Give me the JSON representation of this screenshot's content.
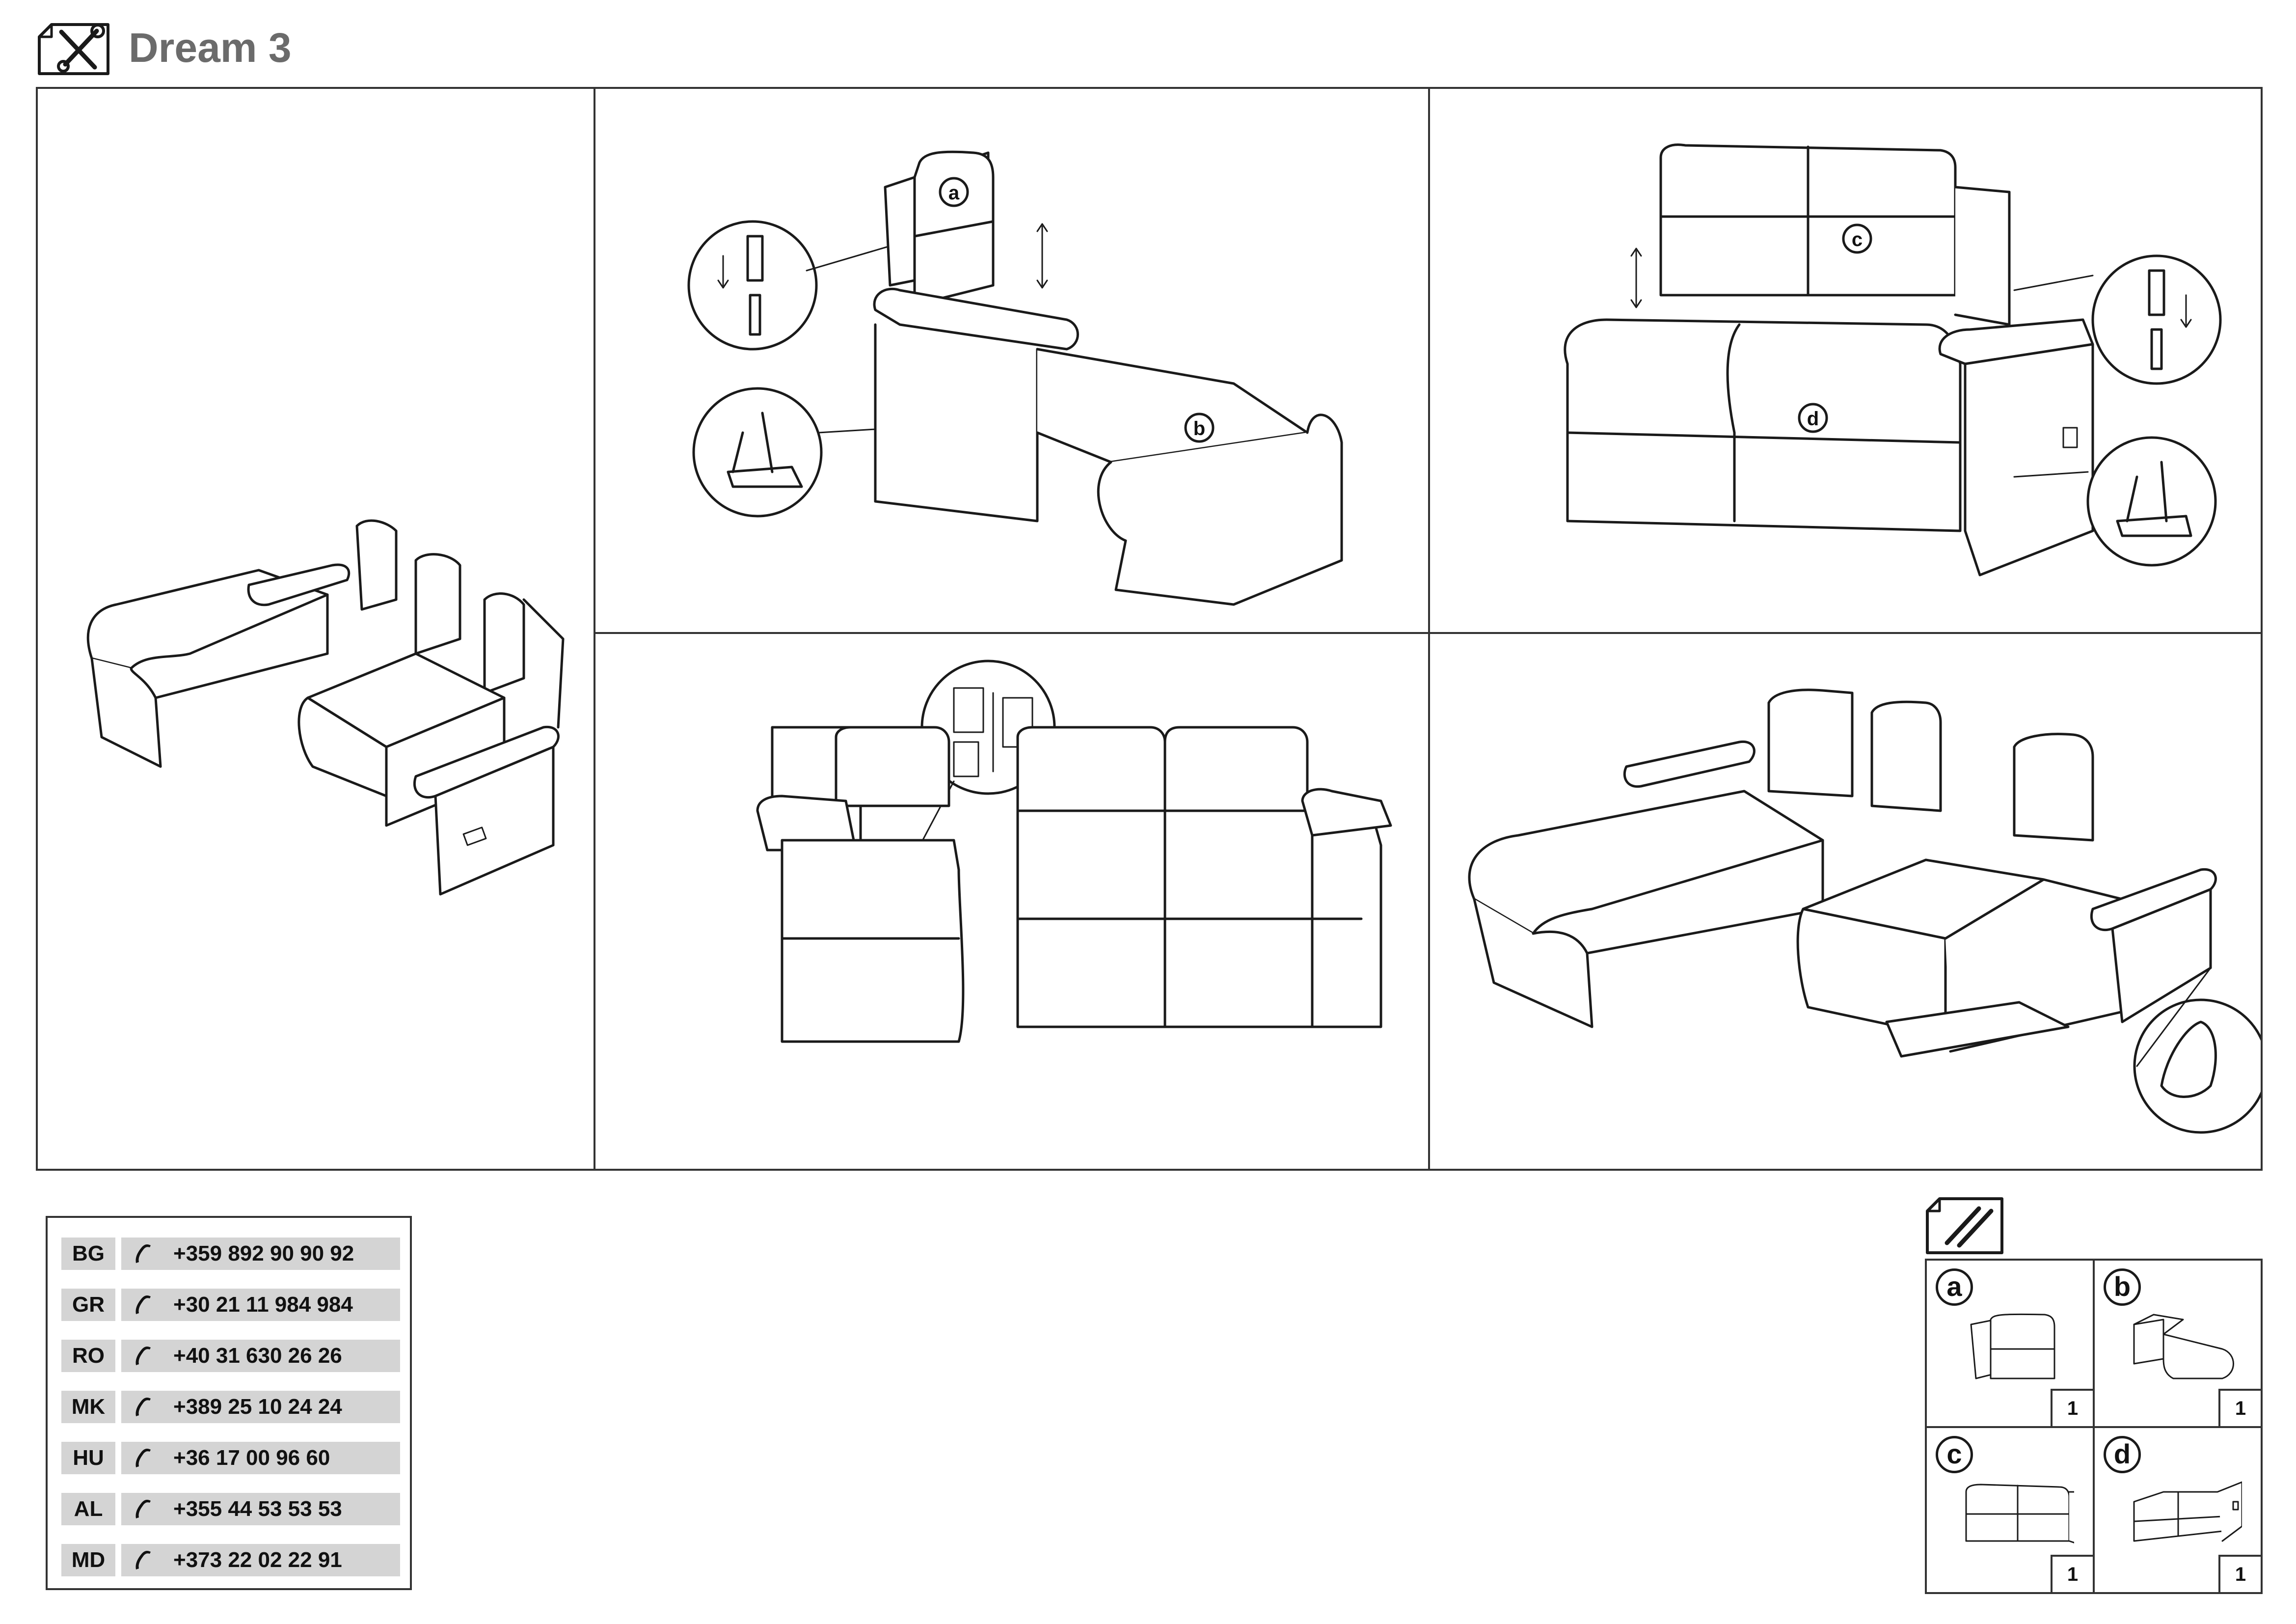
{
  "header": {
    "title": "Dream 3",
    "icon": "tools-icon"
  },
  "steps": {
    "step1": {
      "description_icon": "sofa-assembled-overview"
    },
    "step2": {
      "labels": [
        "a",
        "b"
      ]
    },
    "step3": {
      "labels": [
        "c",
        "d"
      ]
    },
    "step4": {
      "detail_icon": "connector-bracket-icon"
    },
    "step5": {
      "detail_icon": "recliner-pull-handle-icon"
    }
  },
  "contacts": [
    {
      "country": "BG",
      "phone": "+359 892 90 90 92"
    },
    {
      "country": "GR",
      "phone": "+30 21 11 984 984"
    },
    {
      "country": "RO",
      "phone": "+40 31 630 26 26"
    },
    {
      "country": "MK",
      "phone": "+389 25 10 24 24"
    },
    {
      "country": "HU",
      "phone": "+36 17 00 96 60"
    },
    {
      "country": "AL",
      "phone": "+355 44 53 53 53"
    },
    {
      "country": "MD",
      "phone": "+373 22 02 22 91"
    }
  ],
  "parts": {
    "icon": "parts-list-icon",
    "items": [
      {
        "letter": "a",
        "qty": "1"
      },
      {
        "letter": "b",
        "qty": "1"
      },
      {
        "letter": "c",
        "qty": "1"
      },
      {
        "letter": "d",
        "qty": "1"
      }
    ]
  }
}
